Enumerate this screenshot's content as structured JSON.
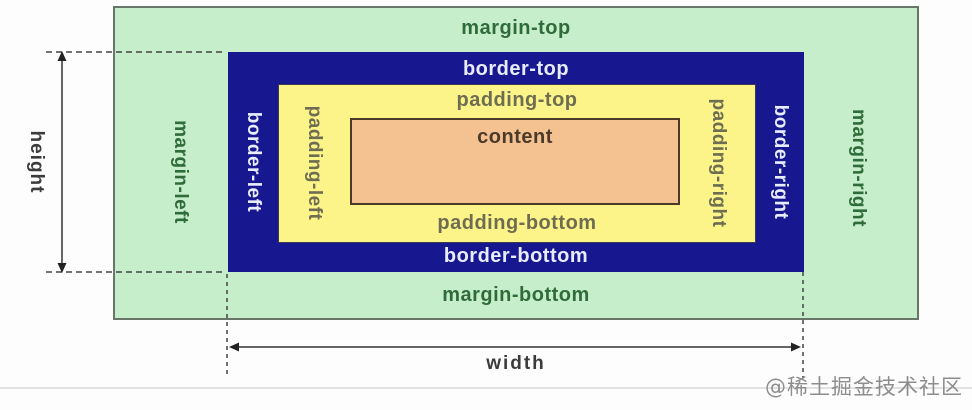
{
  "diagram": {
    "labels": {
      "margin_top": "margin-top",
      "border_top": "border-top",
      "padding_top": "padding-top",
      "content": "content",
      "padding_bottom": "padding-bottom",
      "border_bottom": "border-bottom",
      "margin_bottom": "margin-bottom",
      "margin_left": "margin-left",
      "border_left": "border-left",
      "padding_left": "padding-left",
      "padding_right": "padding-right",
      "border_right": "border-right",
      "margin_right": "margin-right",
      "height": "height",
      "width": "width"
    },
    "colors": {
      "margin_bg": "#c7eecb",
      "border_bg": "#17178f",
      "padding_bg": "#fcf489",
      "content_bg": "#f4c191",
      "margin_text": "#2f6c3a",
      "border_text": "#e8ecff",
      "padding_text": "#6e6d52",
      "content_text": "#4b3a29",
      "dimension_line": "#3c3c3c"
    }
  },
  "watermark": "@稀土掘金技术社区"
}
